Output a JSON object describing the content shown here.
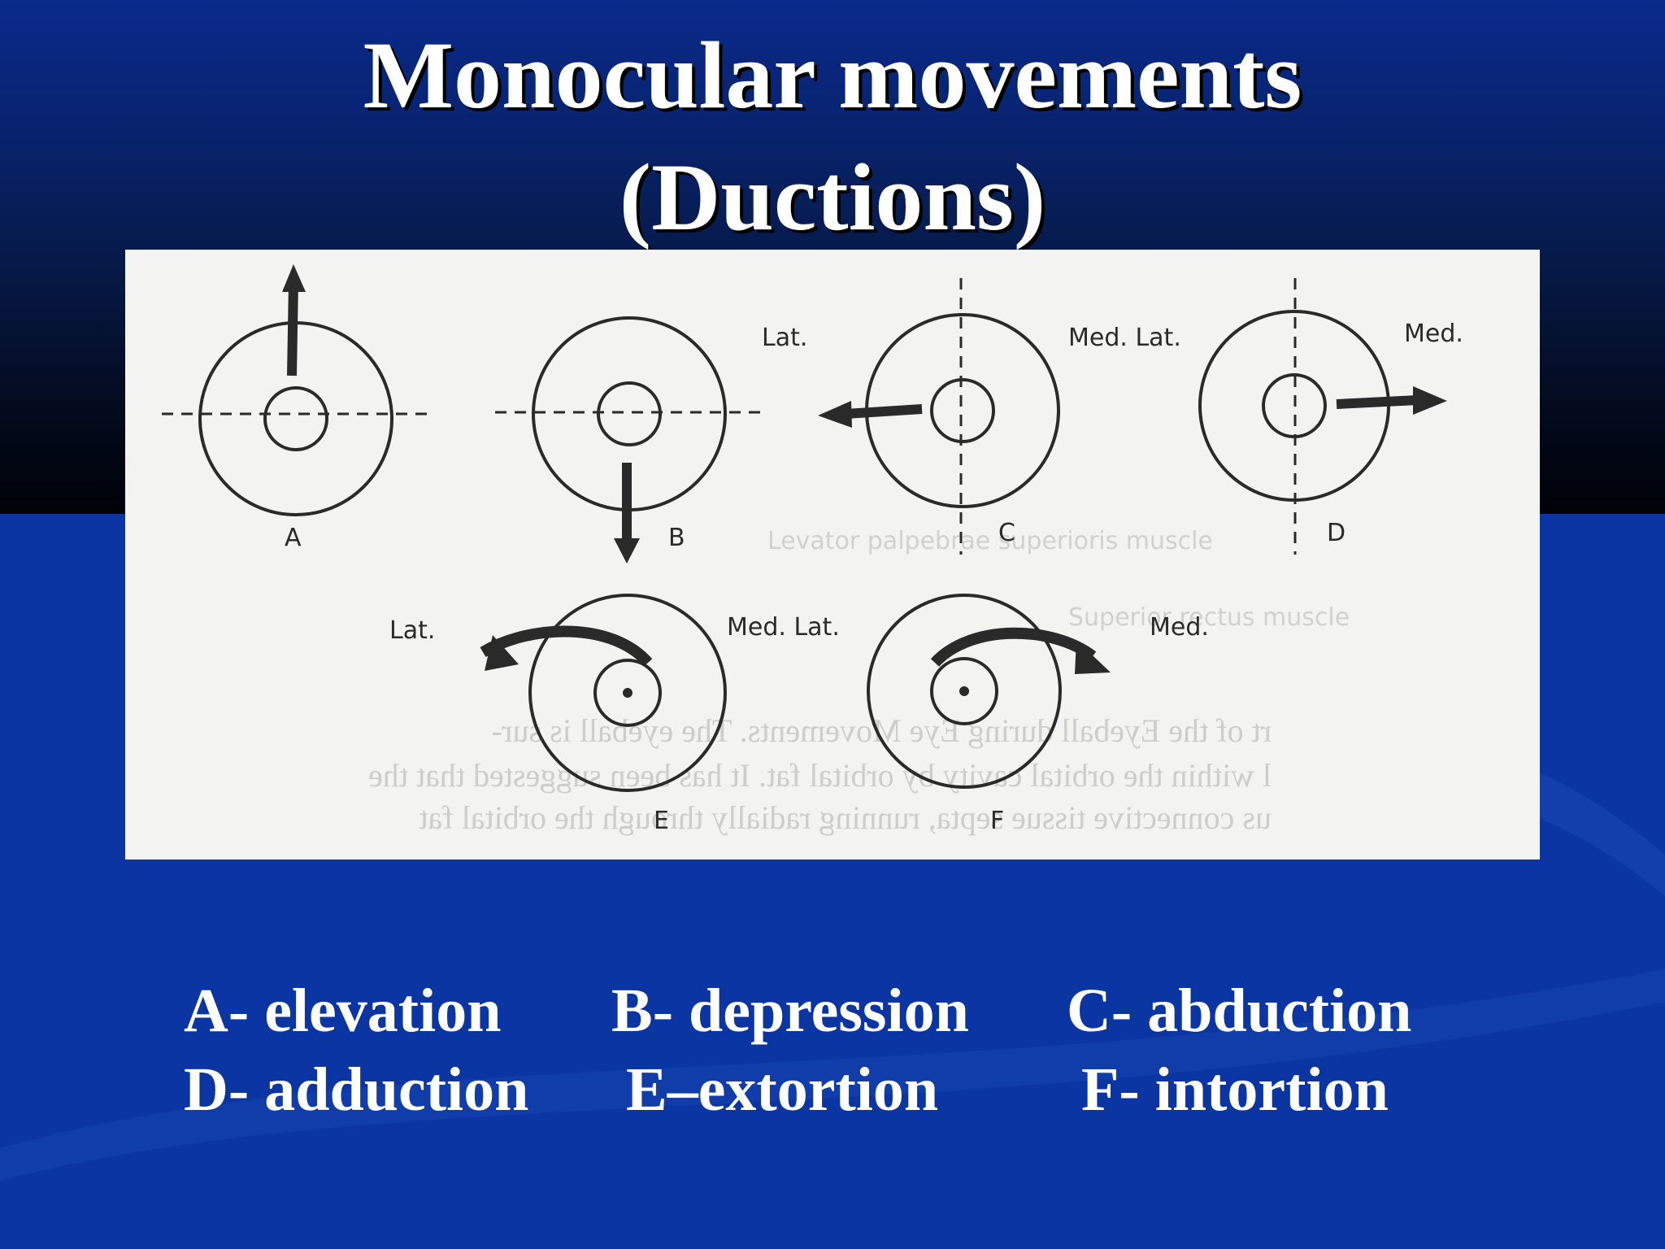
{
  "slide": {
    "title_line1": "Monocular movements",
    "title_line2": "(Ductions)"
  },
  "figure": {
    "panels": [
      {
        "letter": "A",
        "movement": "elevation"
      },
      {
        "letter": "B",
        "movement": "depression"
      },
      {
        "letter": "C",
        "movement": "abduction",
        "left_label": "Lat.",
        "right_label": "Med. Lat."
      },
      {
        "letter": "D",
        "movement": "adduction",
        "right_label": "Med."
      },
      {
        "letter": "E",
        "movement": "extortion",
        "left_label": "Lat.",
        "right_label": "Med. Lat."
      },
      {
        "letter": "F",
        "movement": "intortion",
        "right_label": "Med."
      }
    ]
  },
  "captions": {
    "a": "A- elevation",
    "b": "B- depression",
    "c": "C- abduction",
    "d": "D- adduction",
    "e": "E–extortion",
    "f": "F- intortion"
  },
  "colors": {
    "background_top": "#000208",
    "background_bottom": "#0a35a3",
    "figure_background": "#f3f3f1",
    "line_ink": "#2a2a2a",
    "text": "#ffffff"
  }
}
